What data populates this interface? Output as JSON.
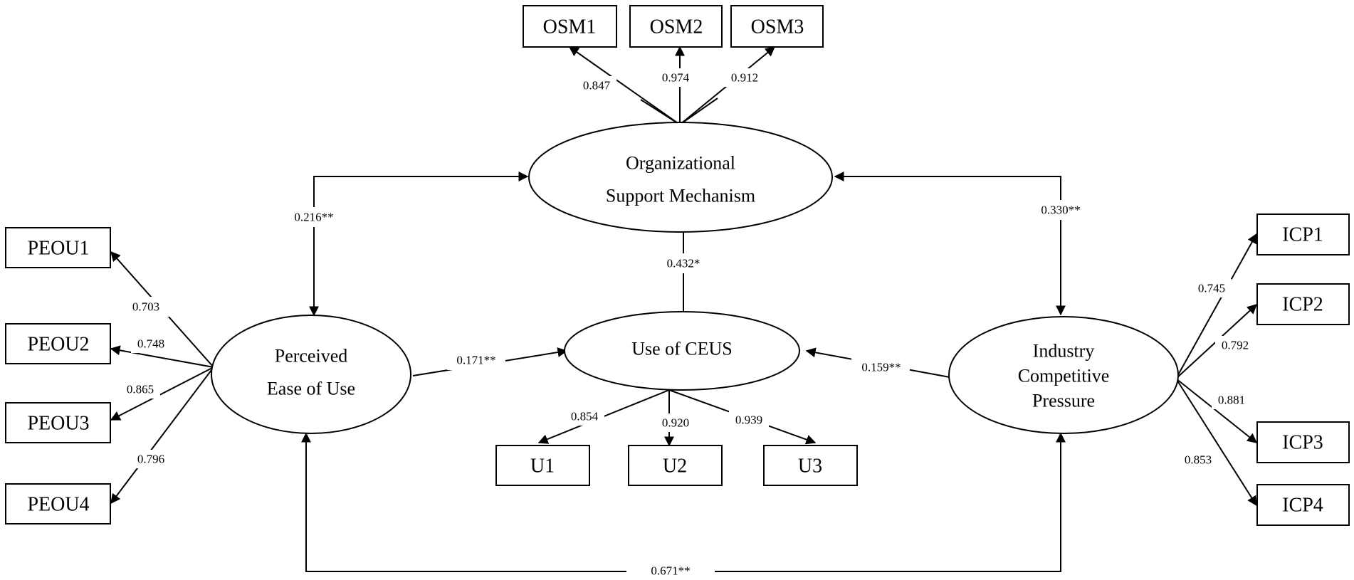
{
  "constructs": {
    "osm": {
      "line1": "Organizational",
      "line2": "Support Mechanism"
    },
    "peou": {
      "line1": "Perceived",
      "line2": "Ease of Use"
    },
    "ceus": {
      "line1": "Use of CEUS"
    },
    "icp": {
      "line1": "Industry",
      "line2": "Competitive",
      "line3": "Pressure"
    }
  },
  "indicators": {
    "osm": [
      {
        "label": "OSM1",
        "loading": "0.847"
      },
      {
        "label": "OSM2",
        "loading": "0.974"
      },
      {
        "label": "OSM3",
        "loading": "0.912"
      }
    ],
    "peou": [
      {
        "label": "PEOU1",
        "loading": "0.703"
      },
      {
        "label": "PEOU2",
        "loading": "0.748"
      },
      {
        "label": "PEOU3",
        "loading": "0.865"
      },
      {
        "label": "PEOU4",
        "loading": "0.796"
      }
    ],
    "ceus": [
      {
        "label": "U1",
        "loading": "0.854"
      },
      {
        "label": "U2",
        "loading": "0.920"
      },
      {
        "label": "U3",
        "loading": "0.939"
      }
    ],
    "icp": [
      {
        "label": "ICP1",
        "loading": "0.745"
      },
      {
        "label": "ICP2",
        "loading": "0.792"
      },
      {
        "label": "ICP3",
        "loading": "0.881"
      },
      {
        "label": "ICP4",
        "loading": "0.853"
      }
    ]
  },
  "paths": {
    "peou_osm": "0.216**",
    "icp_osm": "0.330**",
    "osm_ceus": "0.432*",
    "peou_ceus": "0.171**",
    "icp_ceus": "0.159**",
    "peou_icp": "0.671**"
  }
}
